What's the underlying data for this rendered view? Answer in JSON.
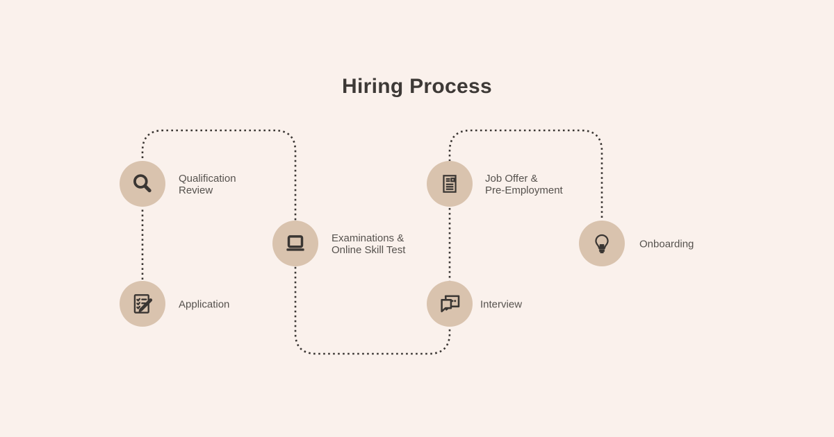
{
  "title": "Hiring Process",
  "colors": {
    "background": "#faf1ec",
    "circle_fill": "#d9c3ae",
    "stroke": "#3a3633",
    "label_text": "#55514d",
    "title_text": "#3d3936"
  },
  "steps": [
    {
      "label": "Application",
      "lines": [
        "Application"
      ],
      "icon": "checklist-pencil-icon"
    },
    {
      "label": "Qualification Review",
      "lines": [
        "Qualification",
        "Review"
      ],
      "icon": "search-icon"
    },
    {
      "label": "Examinations & Online Skill Test",
      "lines": [
        "Examinations &",
        "Online Skill Test"
      ],
      "icon": "laptop-icon"
    },
    {
      "label": "Interview",
      "lines": [
        "Interview"
      ],
      "icon": "chat-bubbles-icon"
    },
    {
      "label": "Job Offer & Pre-Employment",
      "lines": [
        "Job Offer &",
        "Pre-Employment"
      ],
      "icon": "document-icon"
    },
    {
      "label": "Onboarding",
      "lines": [
        "Onboarding"
      ],
      "icon": "lightbulb-icon"
    }
  ]
}
